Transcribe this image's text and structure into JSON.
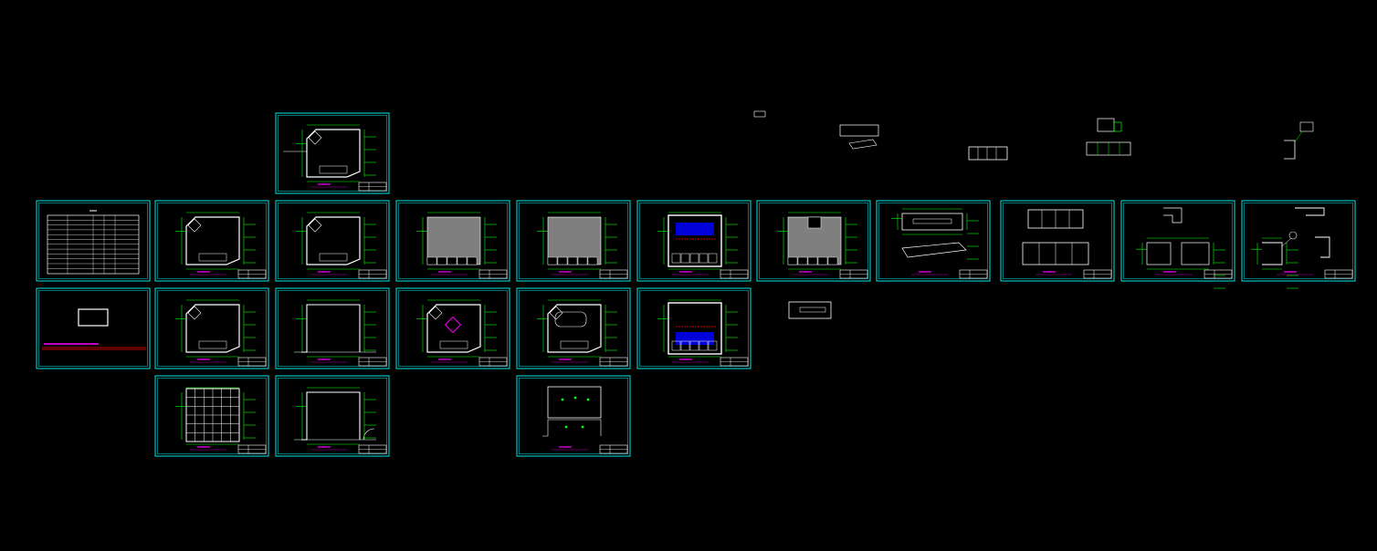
{
  "colors": {
    "background": "#000000",
    "frame": "#00c0c0",
    "linework": "#00ff00",
    "detail": "#ffffff",
    "title": "#ff00ff",
    "fill_gray": "#7f7f7f",
    "fill_blue": "#0000ff",
    "accent_red": "#ff0000"
  },
  "sheets": [
    {
      "id": "s-top",
      "row": 0,
      "col": 2,
      "kind": "plan-site"
    },
    {
      "id": "s-r1c0",
      "row": 1,
      "col": 0,
      "kind": "index-table"
    },
    {
      "id": "s-r1c1",
      "row": 1,
      "col": 1,
      "kind": "plan"
    },
    {
      "id": "s-r1c2",
      "row": 1,
      "col": 2,
      "kind": "plan"
    },
    {
      "id": "s-r1c3",
      "row": 1,
      "col": 3,
      "kind": "plan-gray"
    },
    {
      "id": "s-r1c4",
      "row": 1,
      "col": 4,
      "kind": "plan-gray"
    },
    {
      "id": "s-r1c5",
      "row": 1,
      "col": 5,
      "kind": "plan-blue"
    },
    {
      "id": "s-r1c6",
      "row": 1,
      "col": 6,
      "kind": "plan-gray-alt"
    },
    {
      "id": "s-r1c7",
      "row": 1,
      "col": 7,
      "kind": "counter-detail"
    },
    {
      "id": "s-r1c8",
      "row": 1,
      "col": 8,
      "kind": "elevation"
    },
    {
      "id": "s-r1c9",
      "row": 1,
      "col": 9,
      "kind": "cabinet"
    },
    {
      "id": "s-r1c10",
      "row": 1,
      "col": 10,
      "kind": "section"
    },
    {
      "id": "s-r2c0",
      "row": 2,
      "col": 0,
      "kind": "cover"
    },
    {
      "id": "s-r2c1",
      "row": 2,
      "col": 1,
      "kind": "plan"
    },
    {
      "id": "s-r2c2",
      "row": 2,
      "col": 2,
      "kind": "outline"
    },
    {
      "id": "s-r2c3",
      "row": 2,
      "col": 3,
      "kind": "plan-ornament"
    },
    {
      "id": "s-r2c4",
      "row": 2,
      "col": 4,
      "kind": "plan-bath"
    },
    {
      "id": "s-r2c5",
      "row": 2,
      "col": 5,
      "kind": "plan-blue-alt"
    },
    {
      "id": "s-r3c1",
      "row": 3,
      "col": 1,
      "kind": "grid-ceiling"
    },
    {
      "id": "s-r3c2",
      "row": 3,
      "col": 2,
      "kind": "outline-door"
    },
    {
      "id": "s-r3c4",
      "row": 3,
      "col": 4,
      "kind": "lighting"
    }
  ],
  "loose_details": [
    {
      "id": "d1",
      "kind": "tiny-block"
    },
    {
      "id": "d2",
      "kind": "counter-small"
    },
    {
      "id": "d3",
      "kind": "cabinet-row"
    },
    {
      "id": "d4",
      "kind": "elevation-small"
    },
    {
      "id": "d5",
      "kind": "section-small"
    },
    {
      "id": "d6",
      "kind": "callout-box"
    }
  ]
}
